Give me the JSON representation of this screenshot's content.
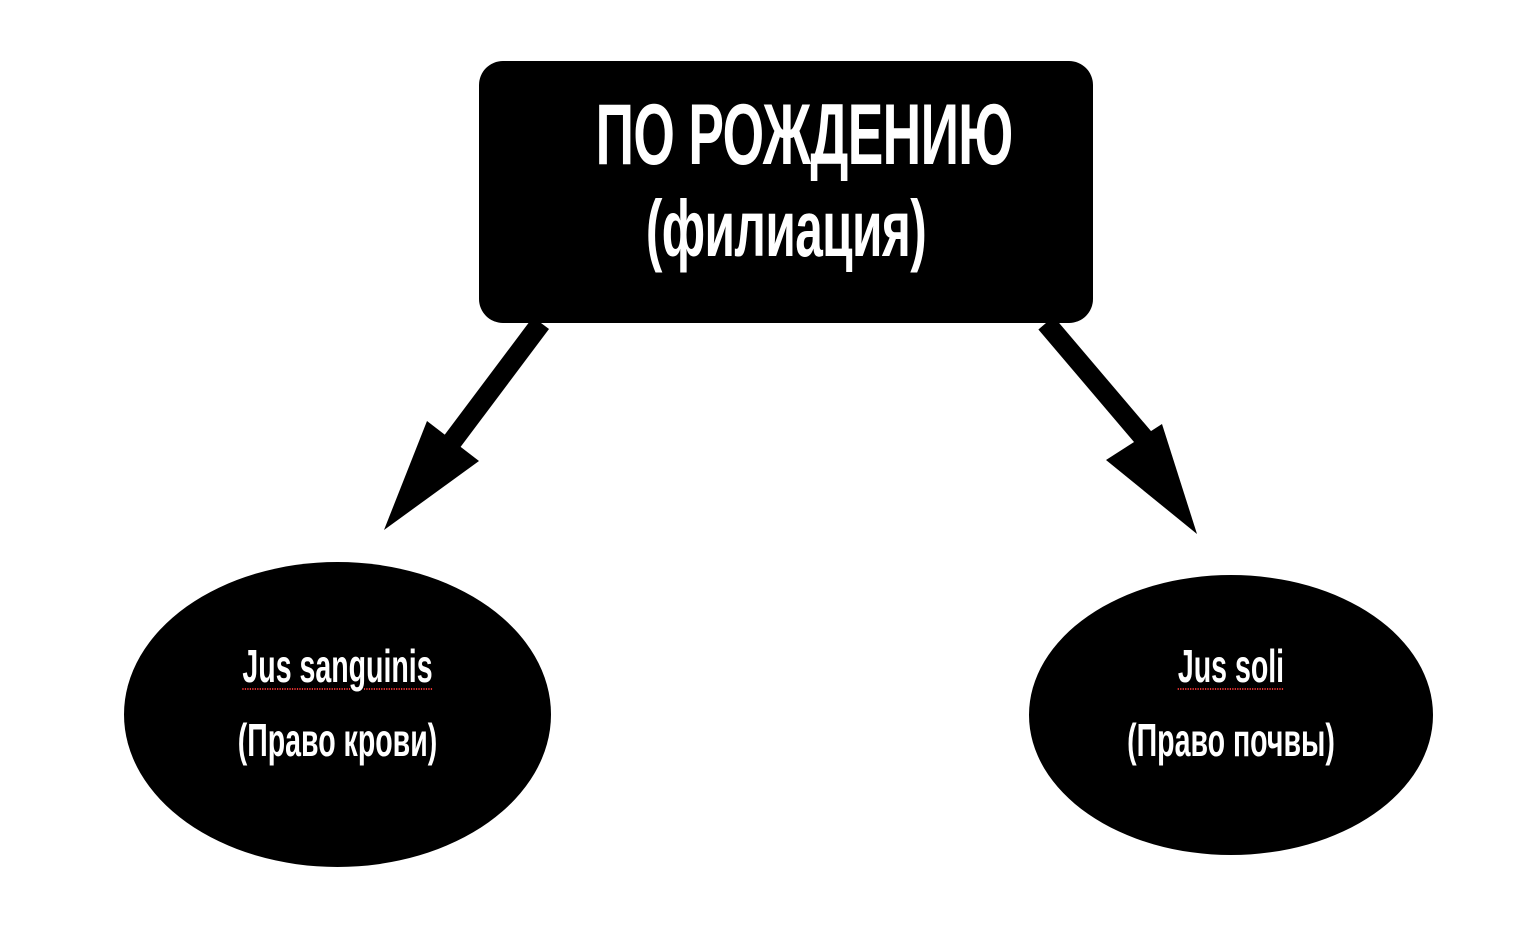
{
  "root": {
    "line1": "ПО РОЖДЕНИЮ",
    "line2": "(филиация)"
  },
  "left_node": {
    "line1": "Jus sanguinis",
    "line2": "(Право крови)"
  },
  "right_node": {
    "line1": "Jus soli",
    "line2": "(Право почвы)"
  },
  "colors": {
    "shape_fill": "#000000",
    "text": "#ffffff",
    "background": "#ffffff",
    "spellcheck_underline": "#e03030"
  }
}
